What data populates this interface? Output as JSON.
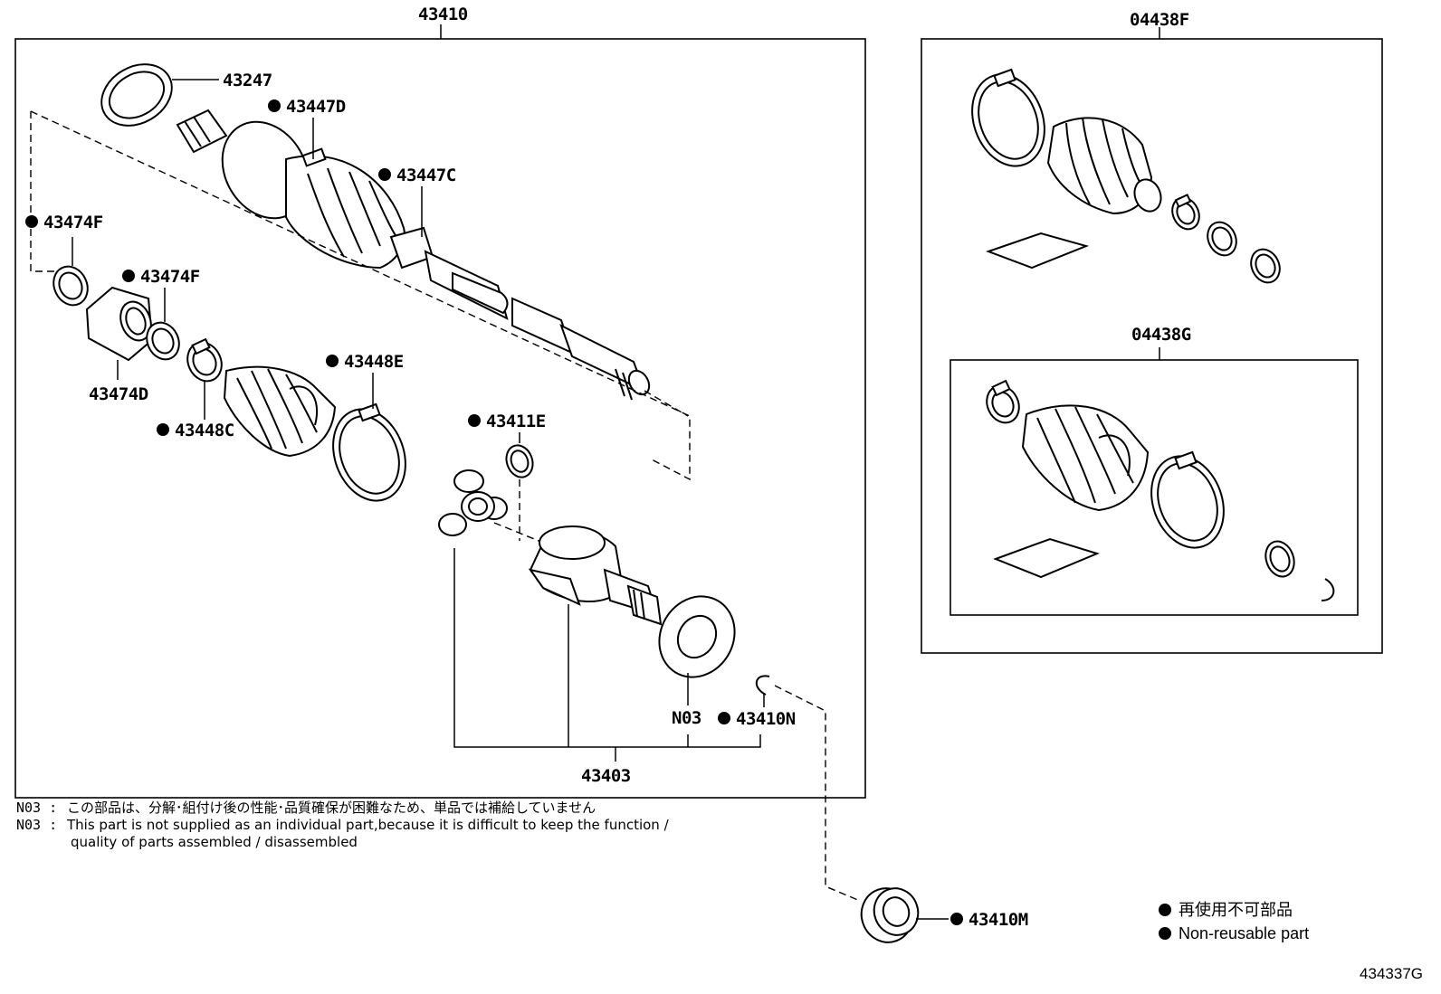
{
  "labels": {
    "assembly_main": "43410",
    "kit_outer": "04438F",
    "kit_inner": "04438G",
    "p43247": "43247",
    "p43447D": "43447D",
    "p43447C": "43447C",
    "p43474F_a": "43474F",
    "p43474F_b": "43474F",
    "p43474D": "43474D",
    "p43448C": "43448C",
    "p43448E": "43448E",
    "p43411E": "43411E",
    "pN03": "N03",
    "p43410N": "43410N",
    "p43403": "43403",
    "p43410M": "43410M"
  },
  "notes": [
    {
      "code": "N03  :",
      "text": "この部品は、分解･組付け後の性能･品質確保が困難なため、単品では補給していません"
    },
    {
      "code": "N03  :",
      "text": "This part is not supplied as an individual part,because it is difficult to keep the function /"
    },
    {
      "code": "",
      "text": "quality of parts assembled / disassembled"
    }
  ],
  "legend": [
    {
      "text": "再使用不可部品"
    },
    {
      "text": "Non-reusable part"
    }
  ],
  "drawing_number": "434337G",
  "icons": {
    "non_reusable": "filled-circle-icon"
  }
}
